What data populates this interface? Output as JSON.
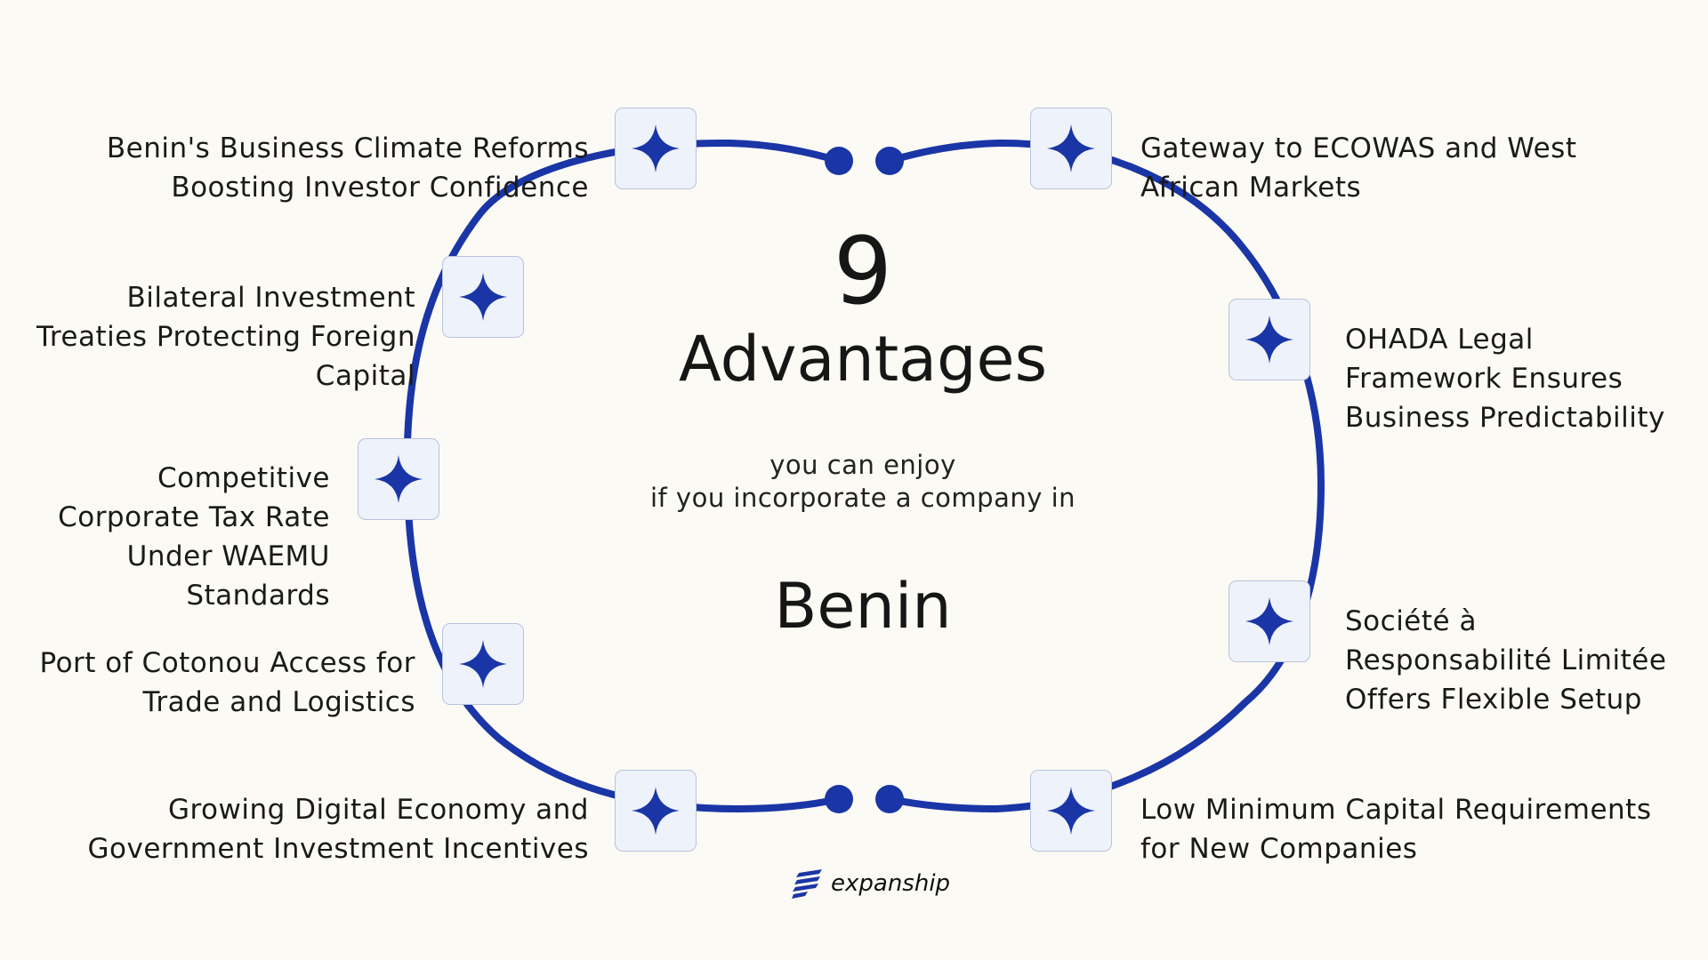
{
  "count": "9",
  "headline": "Advantages",
  "subtitle_line1": "you can enjoy",
  "subtitle_line2": "if you incorporate a company in",
  "country": "Benin",
  "brand": "expanship",
  "colors": {
    "ring": "#1a35a6",
    "star": "#1a35a6",
    "node_bg": "#eef2fb",
    "background": "#fcfaf4"
  },
  "icons": {
    "node": "four-point-star-icon",
    "brand": "expanship-logo-icon"
  },
  "advantages": [
    "Benin's Business Climate Reforms\nBoosting Investor Confidence",
    "Bilateral Investment\nTreaties Protecting Foreign\nCapital",
    "Competitive\nCorporate Tax Rate\nUnder WAEMU\nStandards",
    "Port of Cotonou Access for\nTrade and Logistics",
    "Growing Digital Economy and\nGovernment Investment Incentives",
    "Gateway to ECOWAS and West\nAfrican Markets",
    "OHADA Legal\nFramework Ensures\nBusiness Predictability",
    "Société à\nResponsabilité Limitée\nOffers Flexible Setup",
    "Low Minimum Capital Requirements\nfor New Companies"
  ]
}
